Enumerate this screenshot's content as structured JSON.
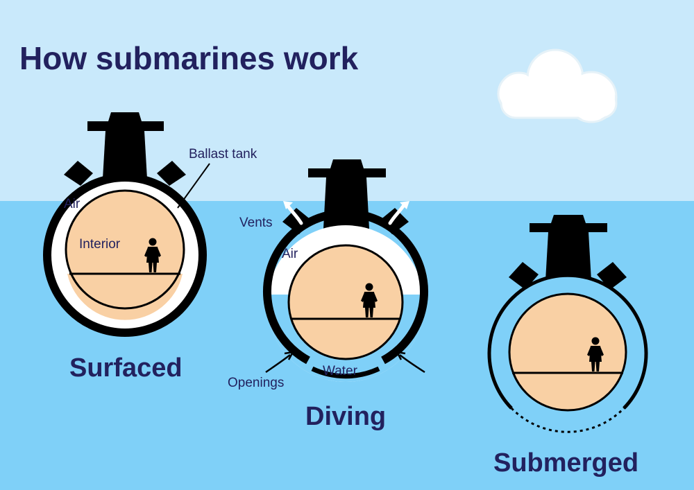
{
  "title": "How submarines work",
  "colors": {
    "sky": "#c9e9fb",
    "sea": "#7fd0f8",
    "ink": "#22215e",
    "hull": "#000000",
    "interior": "#f9d0a4",
    "air": "#ffffff"
  },
  "icons": [
    "cloud-icon",
    "person-icon",
    "vent-arrow-icon",
    "water-inflow-arrow-icon"
  ],
  "labels": {
    "ballast_tank": "Ballast tank",
    "air": "Air",
    "interior": "Interior",
    "vents": "Vents",
    "water": "Water",
    "openings": "Openings"
  },
  "stages": [
    {
      "name": "Surfaced"
    },
    {
      "name": "Diving"
    },
    {
      "name": "Submerged"
    }
  ]
}
